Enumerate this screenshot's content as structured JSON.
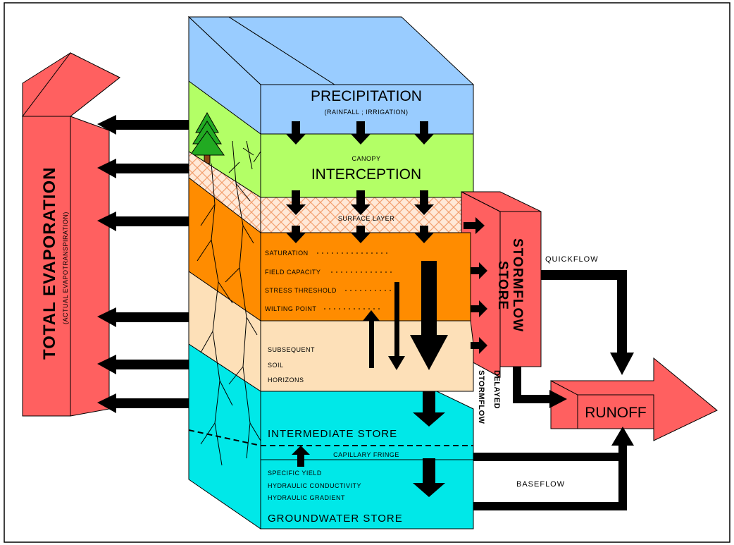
{
  "colors": {
    "precipitation": "#99ccff",
    "interception": "#b3ff66",
    "surface": "#ffe8d6",
    "soil_root": "#ff8c00",
    "subsoil": "#fde0b8",
    "groundwater": "#00e8e8",
    "evaporation": "#ff6060",
    "stormflow": "#ff6060",
    "runoff": "#ff6060",
    "arrow": "#000000"
  },
  "labels": {
    "precipitation": "PRECIPITATION",
    "precipitation_sub": "(RAINFALL ; IRRIGATION)",
    "canopy": "CANOPY",
    "interception": "INTERCEPTION",
    "surface_layer": "SURFACE LAYER",
    "saturation": "SATURATION",
    "field_capacity": "FIELD CAPACITY",
    "stress_threshold": "STRESS THRESHOLD",
    "wilting_point": "WILTING POINT",
    "subsequent": "SUBSEQUENT",
    "soil": "SOIL",
    "horizons": "HORIZONS",
    "intermediate_store": "INTERMEDIATE STORE",
    "capillary_fringe": "CAPILLARY FRINGE",
    "specific_yield": "SPECIFIC YIELD",
    "hydraulic_conductivity": "HYDRAULIC CONDUCTIVITY",
    "hydraulic_gradient": "HYDRAULIC GRADIENT",
    "groundwater_store": "GROUNDWATER STORE",
    "total_evaporation": "TOTAL EVAPORATION",
    "total_evaporation_sub": "(ACTUAL EVAPOTRANSPIRATION)",
    "stormflow_store_1": "STORMFLOW",
    "stormflow_store_2": "STORE",
    "delayed_1": "DELAYED",
    "delayed_2": "STORMFLOW",
    "quickflow": "QUICKFLOW",
    "baseflow": "BASEFLOW",
    "runoff": "RUNOFF"
  }
}
